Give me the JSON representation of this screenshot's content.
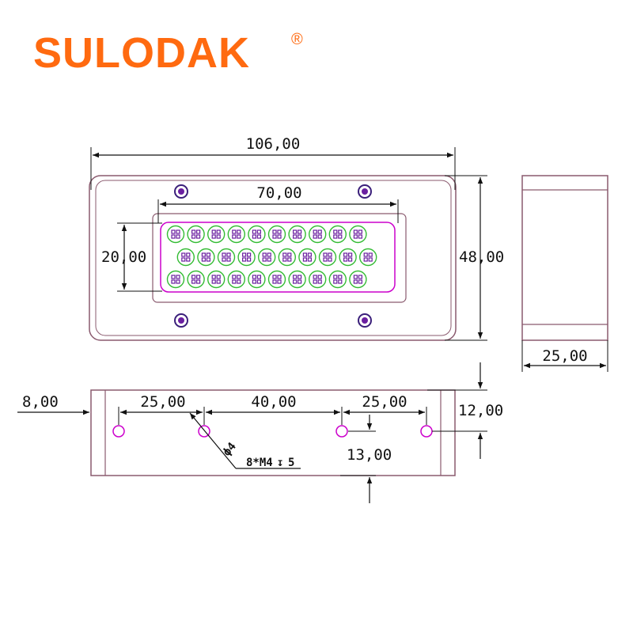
{
  "brand": {
    "name": "SULODAK",
    "registered": "®"
  },
  "colors": {
    "brand": "#ff6a10",
    "outline": "#8a5a6e",
    "dimension": "#111111",
    "led_ring": "#33bb33",
    "led_chip": "#6a1fa0",
    "mount_hole": "#cc00cc"
  },
  "front_view": {
    "width_label": "106,00",
    "height_label": "48,00",
    "window_width_label": "70,00",
    "window_height_label": "20,00",
    "led_rows": [
      10,
      10,
      10
    ]
  },
  "side_view": {
    "depth_label": "25,00"
  },
  "bottom_view": {
    "edge_offset_label": "8,00",
    "spacing_left_label": "25,00",
    "spacing_center_label": "40,00",
    "spacing_right_label": "25,00",
    "hole_offset_label": "12,00",
    "thread_depth_label": "13,00",
    "thread_symbol": "ϕ4",
    "thread_spec": "8*M4",
    "thread_depth_spec": "5"
  }
}
